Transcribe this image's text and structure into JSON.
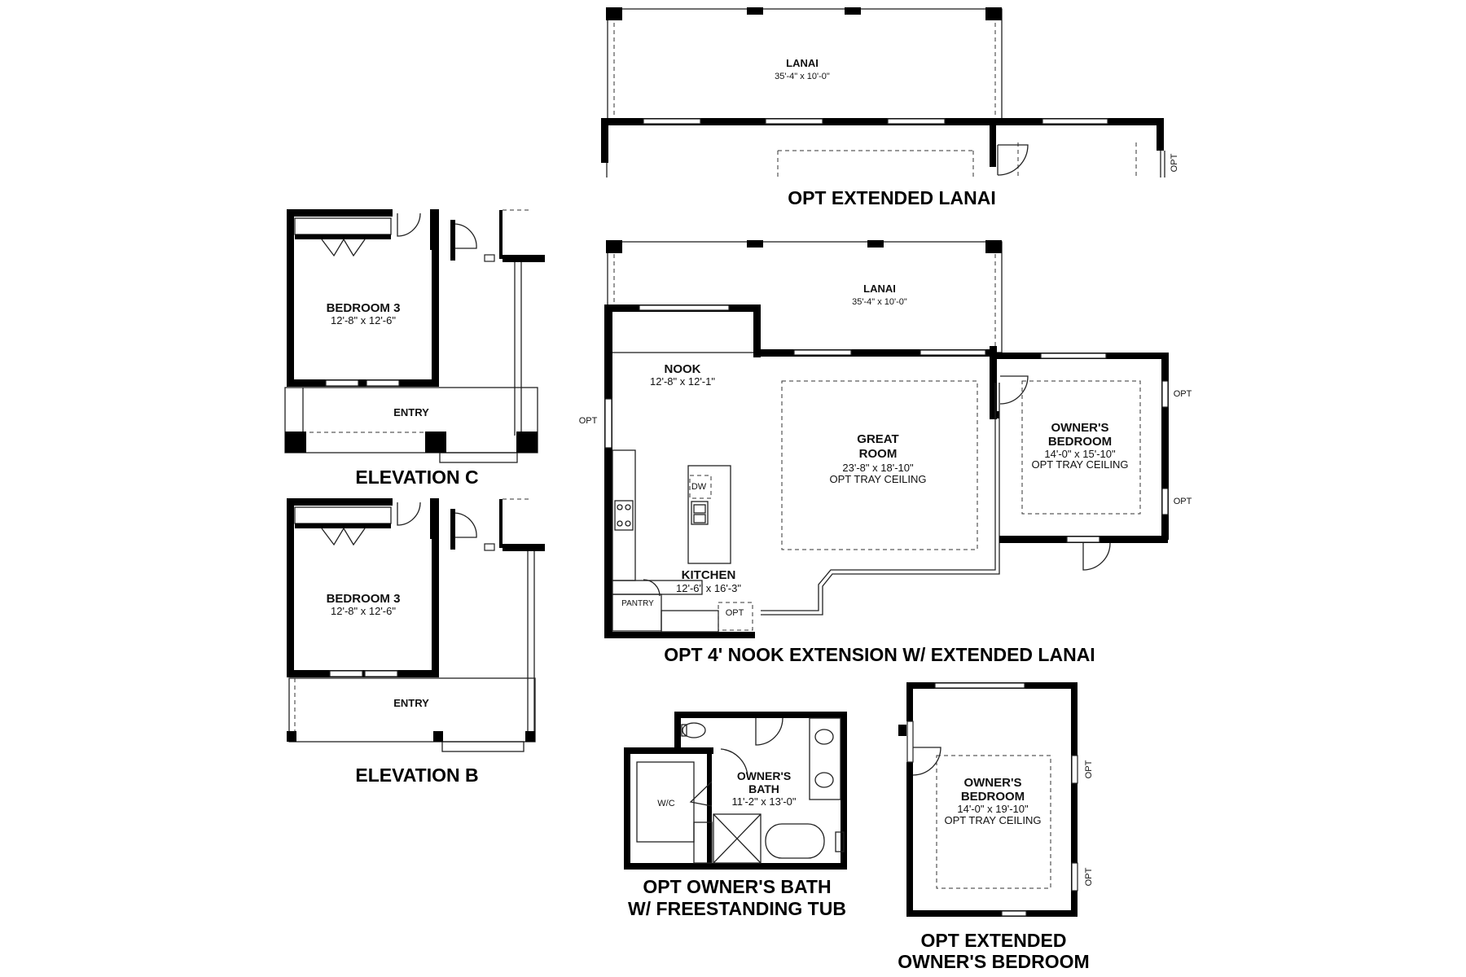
{
  "plans": {
    "extended_lanai": {
      "caption": "OPT EXTENDED LANAI",
      "lanai": {
        "name": "LANAI",
        "size": "35'-4\" x 10'-0\""
      },
      "opt": "OPT"
    },
    "nook_extension": {
      "caption": "OPT 4' NOOK EXTENSION W/ EXTENDED LANAI",
      "lanai": {
        "name": "LANAI",
        "size": "35'-4\" x 10'-0\""
      },
      "nook": {
        "name": "NOOK",
        "size": "12'-8\" x 12'-1\""
      },
      "great_room": {
        "name1": "GREAT",
        "name2": "ROOM",
        "size": "23'-8\" x 18'-10\"",
        "note": "OPT TRAY CEILING"
      },
      "owners_bedroom": {
        "name1": "OWNER'S",
        "name2": "BEDROOM",
        "size": "14'-0\" x 15'-10\"",
        "note": "OPT TRAY CEILING"
      },
      "kitchen": {
        "name": "KITCHEN",
        "size": "12'-6\" x 16'-3\""
      },
      "pantry": "PANTRY",
      "dw": "DW",
      "opt": "OPT"
    },
    "elevation_c": {
      "caption": "ELEVATION C",
      "bedroom": {
        "name": "BEDROOM 3",
        "size": "12'-8\" x 12'-6\""
      },
      "entry": "ENTRY"
    },
    "elevation_b": {
      "caption": "ELEVATION B",
      "bedroom": {
        "name": "BEDROOM 3",
        "size": "12'-8\" x 12'-6\""
      },
      "entry": "ENTRY"
    },
    "owners_bath": {
      "caption1": "OPT OWNER'S BATH",
      "caption2": "W/ FREESTANDING TUB",
      "bath": {
        "name1": "OWNER'S",
        "name2": "BATH",
        "size": "11'-2\" x 13'-0\""
      },
      "wic": "W/C"
    },
    "extended_owners_bedroom": {
      "caption1": "OPT EXTENDED",
      "caption2": "OWNER'S BEDROOM",
      "bedroom": {
        "name1": "OWNER'S",
        "name2": "BEDROOM",
        "size": "14'-0\" x 19'-10\"",
        "note": "OPT TRAY CEILING"
      },
      "opt": "OPT"
    }
  }
}
